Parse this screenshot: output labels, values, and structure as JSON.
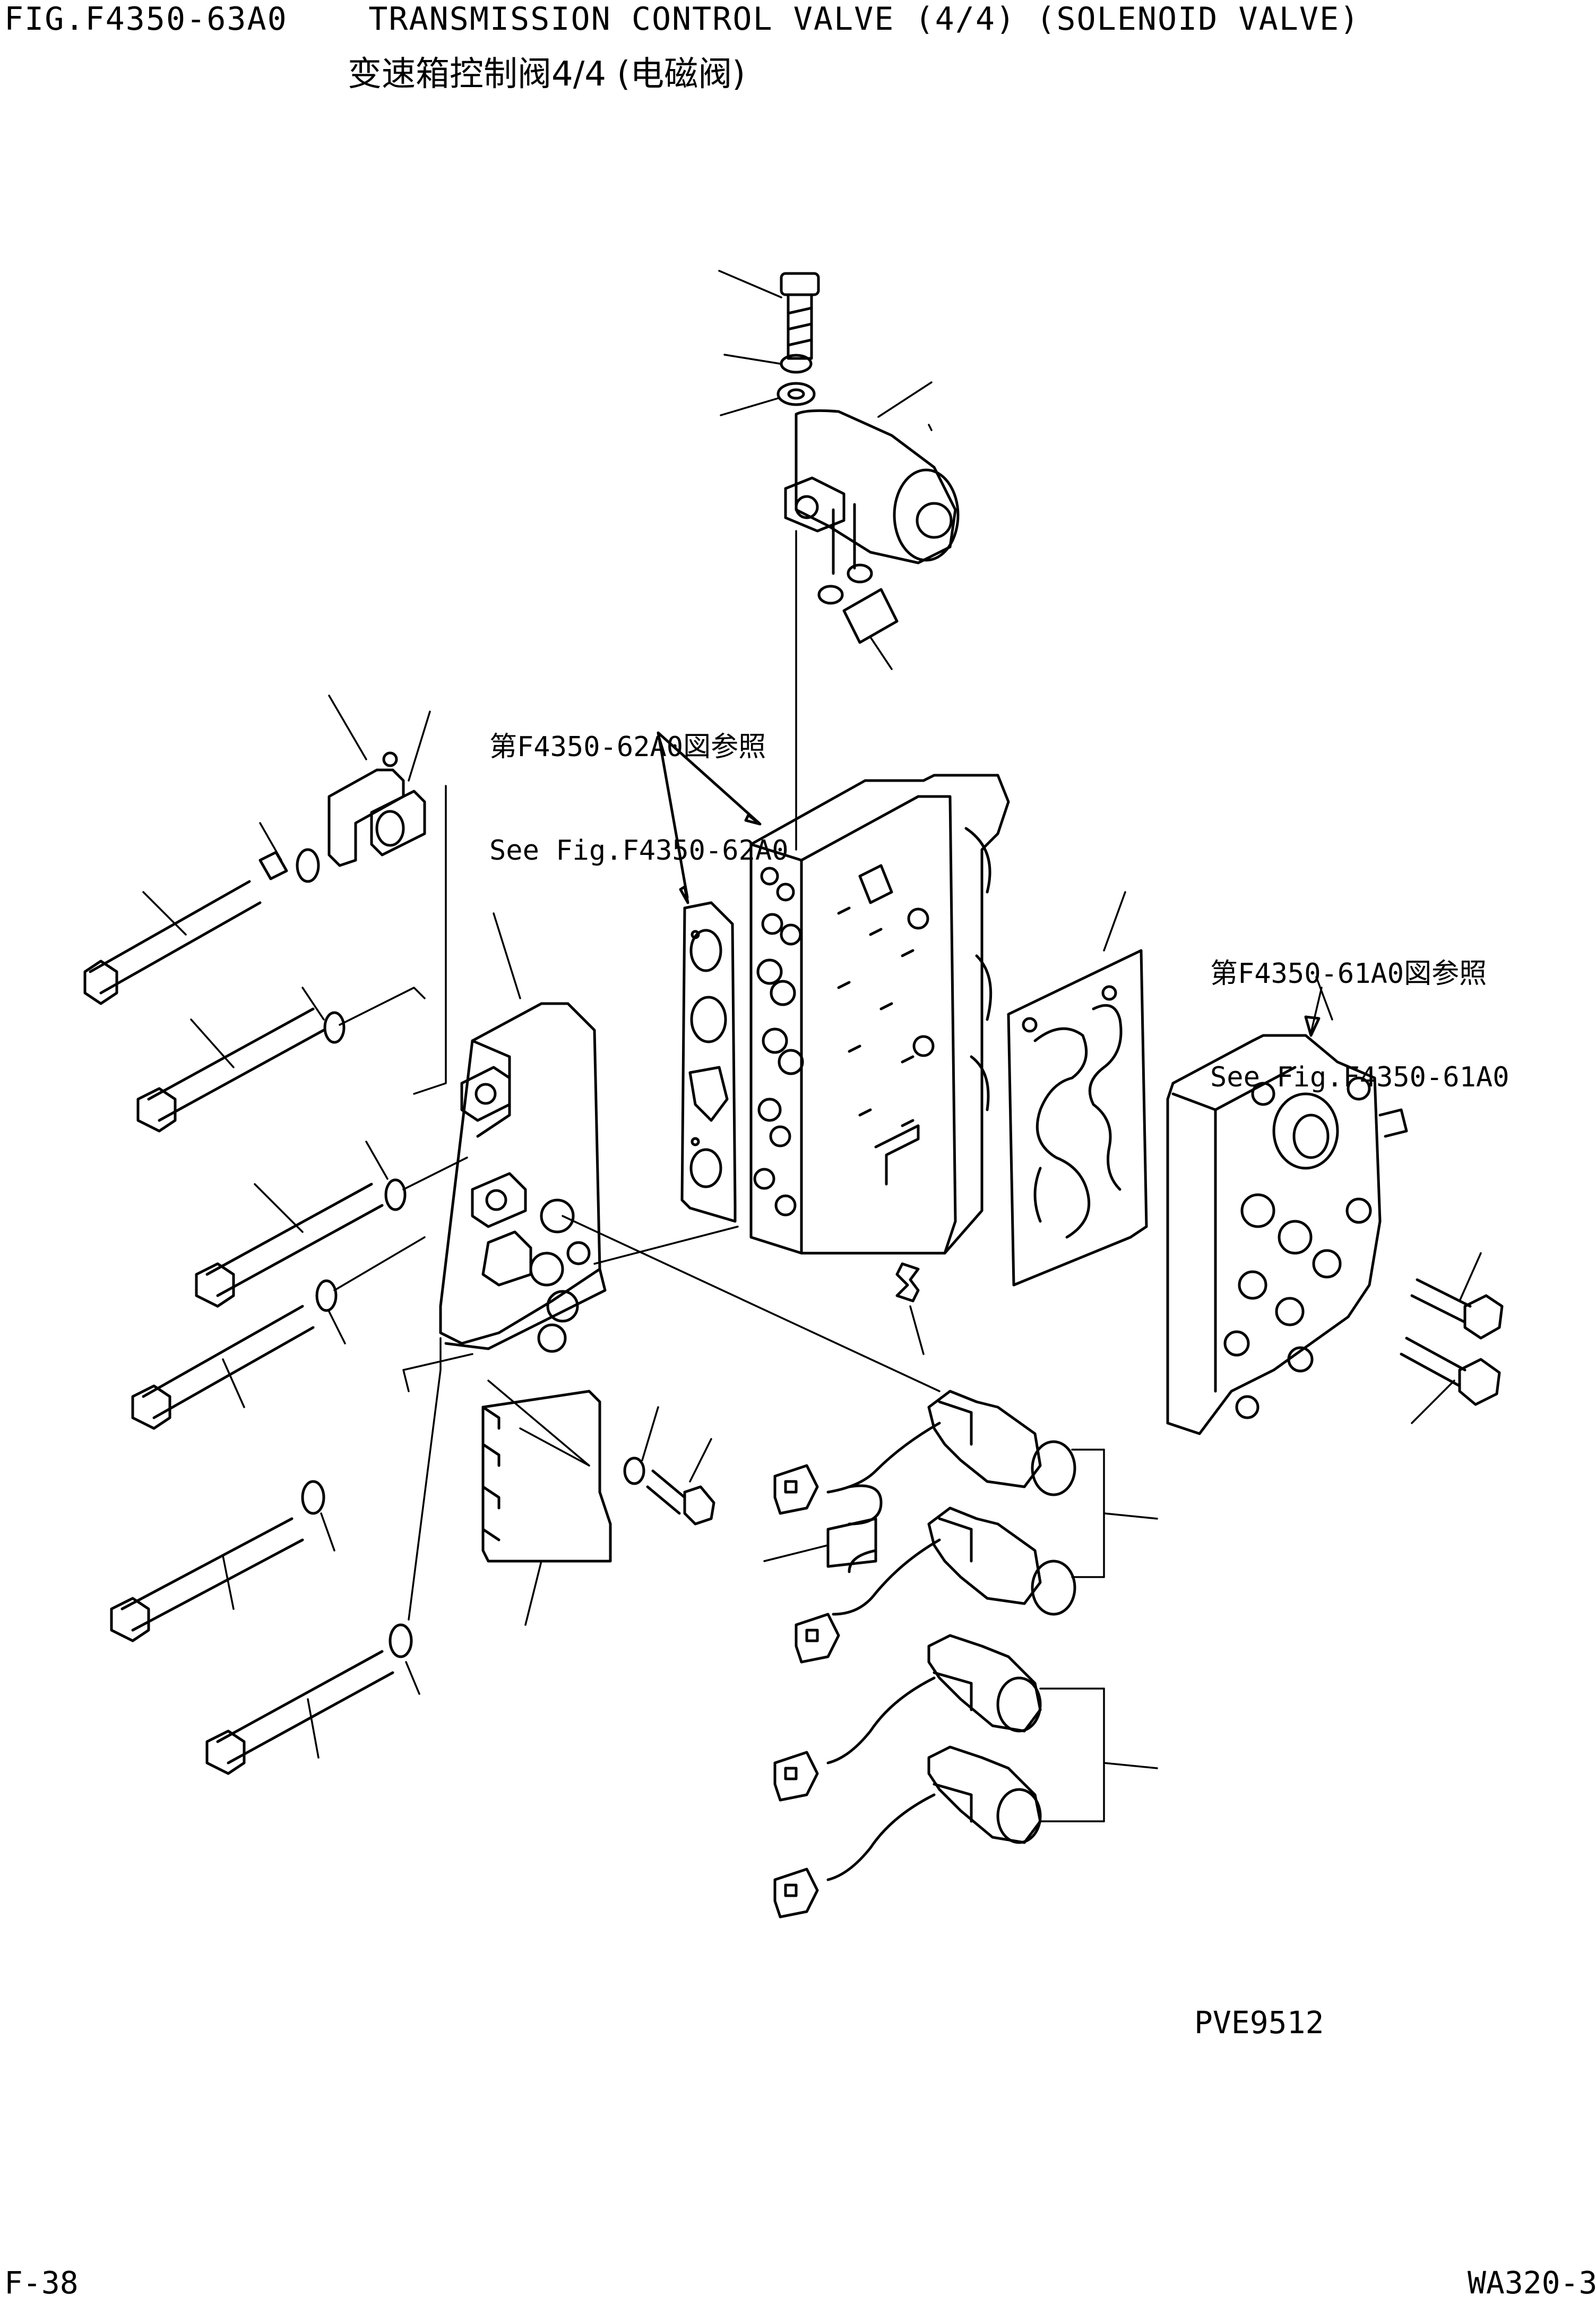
{
  "header": {
    "title": "FIG.F4350-63A0    TRANSMISSION CONTROL VALVE (4/4) (SOLENOID VALVE)",
    "subtitle": "变速箱控制阀4/4 (电磁阀)"
  },
  "references": [
    {
      "line1": "第F4350-62A0図参照",
      "line2": "See Fig.F4350-62A0"
    },
    {
      "line1": "第F4350-61A0図参照",
      "line2": "See Fig.F4350-61A0"
    }
  ],
  "drawing_number": "PVE9512",
  "footer": {
    "page": "F-38",
    "model": "WA320-3"
  }
}
